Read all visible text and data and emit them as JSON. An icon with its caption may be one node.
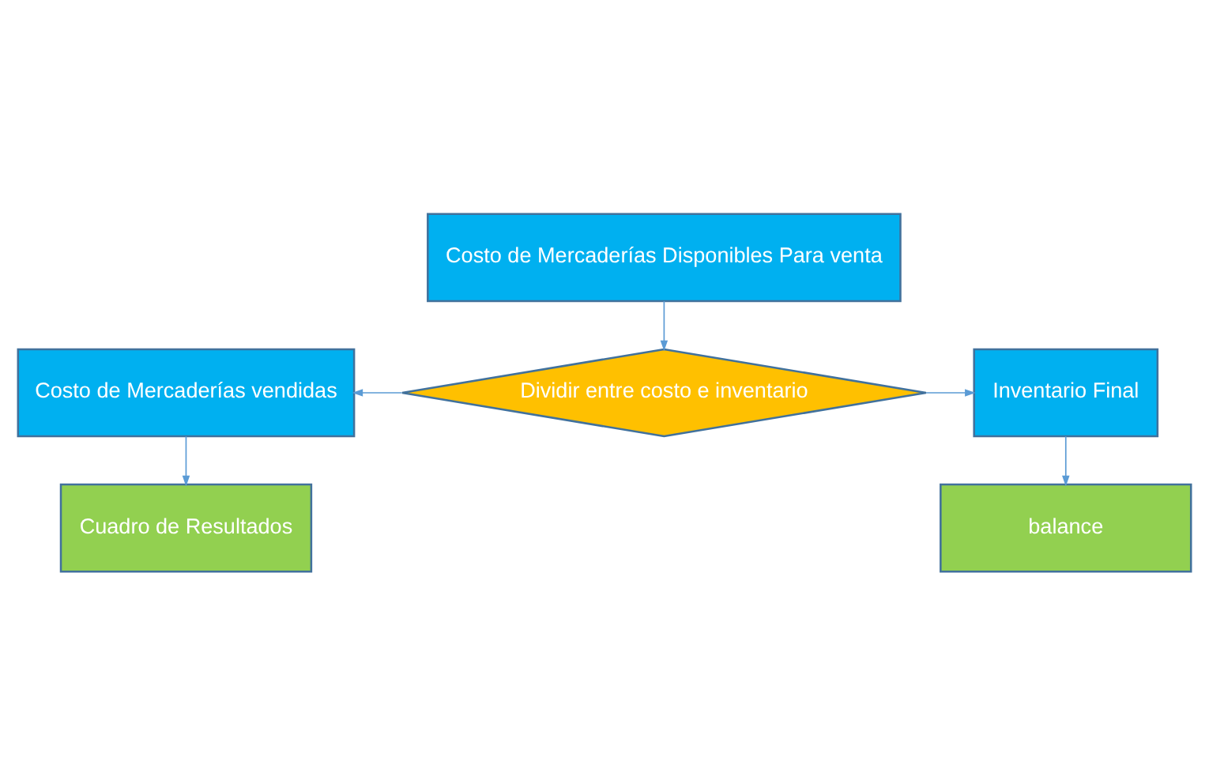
{
  "diagram": {
    "nodes": [
      {
        "text": [
          "Costo de Mercaderías Disponibles Para venta"
        ]
      },
      {
        "text": [
          "Dividir entre costo e inventario"
        ]
      },
      {
        "text": [
          "Costo de Mercaderías vendidas"
        ]
      },
      {
        "text": [
          "Inventario Final"
        ]
      },
      {
        "text": [
          "Cuadro de Resultados"
        ]
      },
      {
        "text": [
          "balance"
        ]
      }
    ],
    "edges": [
      {
        "from": 0,
        "to": 1,
        "arrow": "to"
      },
      {
        "from": 1,
        "to": 2,
        "arrow": "to"
      },
      {
        "from": 1,
        "to": 3,
        "arrow": "to"
      },
      {
        "from": 2,
        "to": 4,
        "arrow": "to"
      },
      {
        "from": 3,
        "to": 5,
        "arrow": "to"
      }
    ]
  }
}
